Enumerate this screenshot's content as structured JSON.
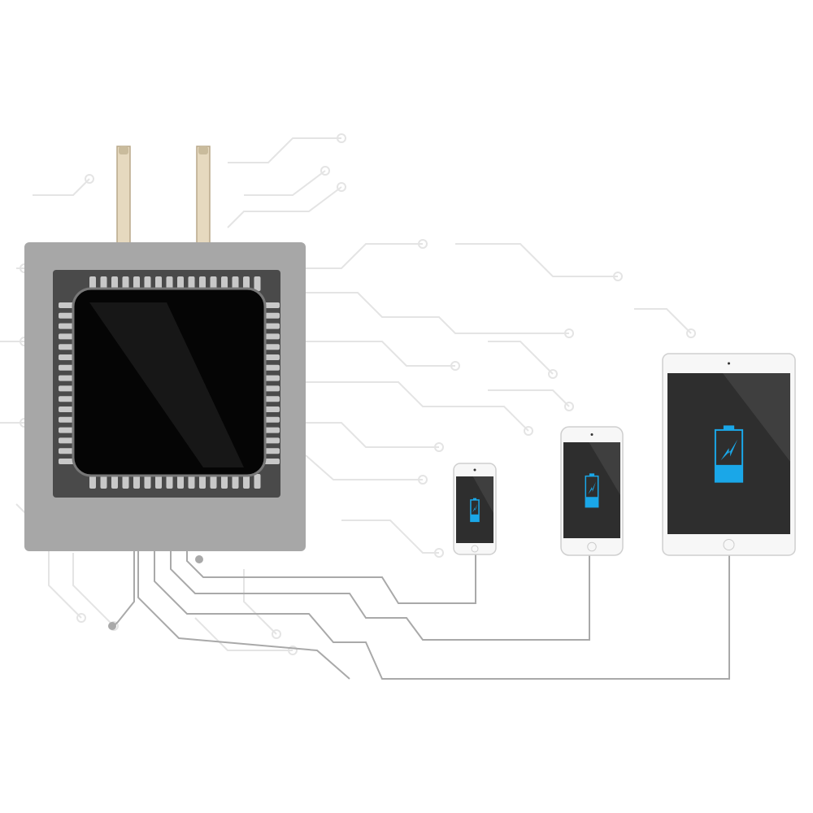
{
  "colors": {
    "background": "#ffffff",
    "chip_housing": "#a7a7a7",
    "chip_board": "#4a4a4a",
    "chip_core": "#050505",
    "pins": "#c8c8c8",
    "prongs": "#e6d9bf",
    "wire": "#a9a9a9",
    "circuit_trace": "#e4e4e4",
    "device_body": "#f7f7f7",
    "device_screen": "#2e2e2e",
    "battery_accent": "#1aa7e8"
  },
  "icons": [
    "charger-chip-icon",
    "plug-prong-icon",
    "battery-charging-icon",
    "phone-icon",
    "tablet-icon"
  ],
  "devices": [
    {
      "type": "phone-small",
      "battery_level": 0.3
    },
    {
      "type": "phone-large",
      "battery_level": 0.3
    },
    {
      "type": "tablet",
      "battery_level": 0.3
    }
  ]
}
